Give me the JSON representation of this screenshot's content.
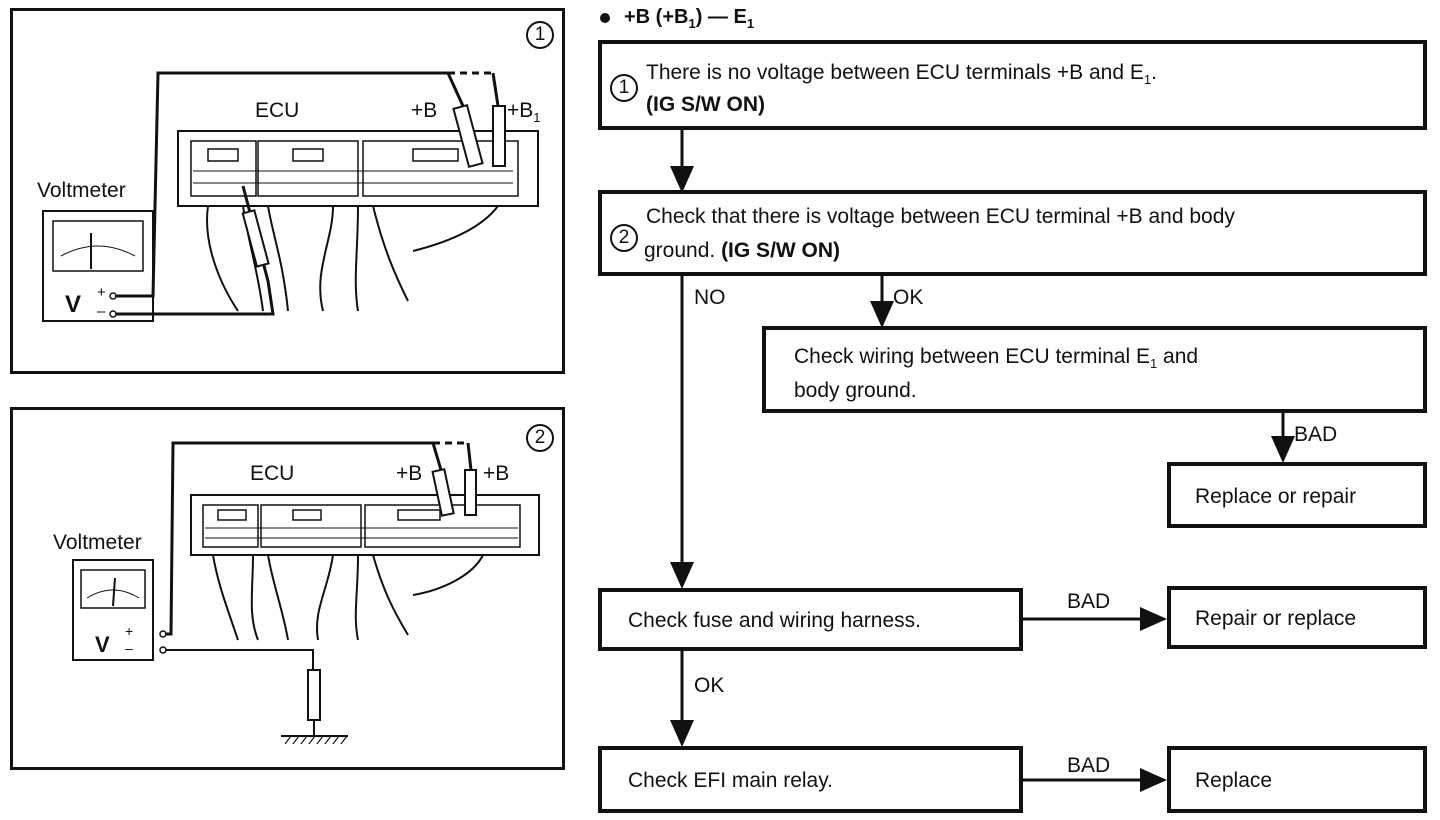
{
  "diagram_panel_1": {
    "number": "1",
    "ecu_label": "ECU",
    "plus_b_label": "+B",
    "plus_b1_label": "+B",
    "plus_b1_sub": "1",
    "voltmeter_label": "Voltmeter",
    "v_label": "V",
    "plus_sign": "+",
    "minus_sign": "–"
  },
  "diagram_panel_2": {
    "number": "2",
    "ecu_label": "ECU",
    "plus_b_label": "+B",
    "plus_b_label_2": "+B",
    "voltmeter_label": "Voltmeter",
    "v_label": "V",
    "plus_sign": "+",
    "minus_sign": "–"
  },
  "flowchart": {
    "heading": "+B (+B",
    "heading_sub": "1",
    "heading_tail": ") — E",
    "heading_tail_sub": "1",
    "step1": {
      "number": "1",
      "line1": "There is no voltage between ECU terminals +B and E",
      "line1_sub": "1",
      "line1_end": ".",
      "line2": "(IG S/W ON)"
    },
    "step2": {
      "number": "2",
      "line1": "Check that there is voltage between ECU terminal +B and body",
      "line2_a": "ground. ",
      "line2_b": "(IG S/W ON)"
    },
    "no_label": "NO",
    "ok_label_1": "OK",
    "check_wiring": {
      "line1": "Check wiring between ECU terminal E",
      "line1_sub": "1",
      "line1_end": " and",
      "line2": "body ground."
    },
    "bad_label_1": "BAD",
    "replace_or_repair": "Replace or repair",
    "check_fuse": "Check fuse and wiring harness.",
    "bad_label_2": "BAD",
    "repair_or_replace": "Repair or replace",
    "ok_label_2": "OK",
    "check_efi": "Check EFI main relay.",
    "bad_label_3": "BAD",
    "replace": "Replace"
  }
}
